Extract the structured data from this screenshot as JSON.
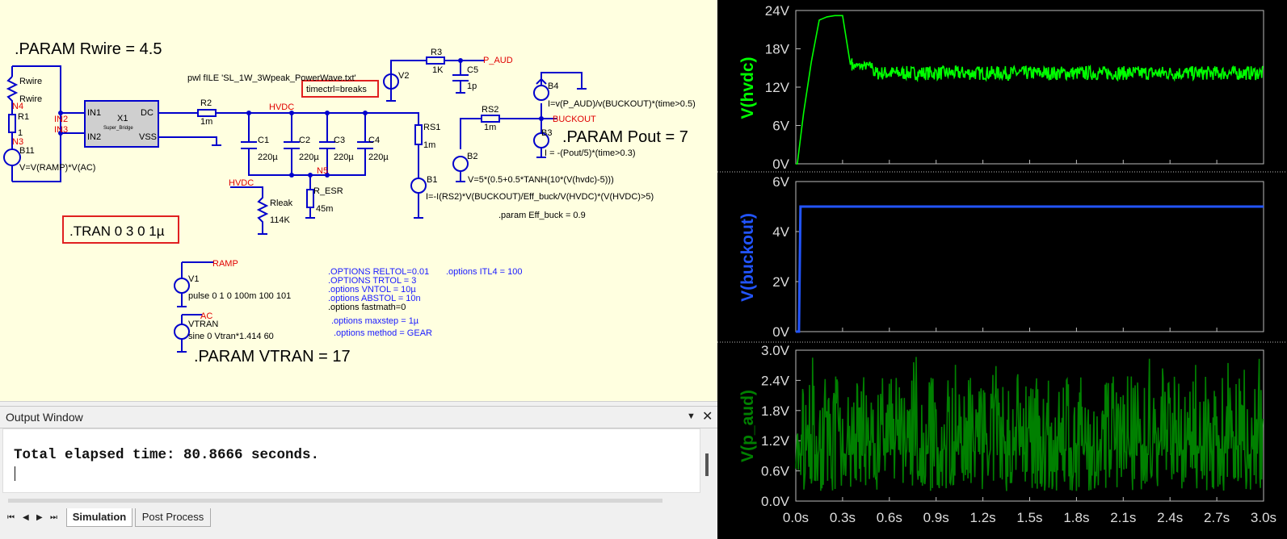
{
  "schematic": {
    "param_rwire": ".PARAM Rwire = 4.5",
    "param_pout": ".PARAM Pout = 7",
    "param_vtran": ".PARAM VTRAN = 17",
    "tran": ".TRAN 0 3 0 1µ",
    "pwl": "pwl fILE 'SL_1W_3Wpeak_PowerWave.txt'",
    "timectrl": "timectrl=breaks",
    "b11_expr": "V=V(RAMP)*V(AC)",
    "b4_expr": "I=v(P_AUD)/v(BUCKOUT)*(time>0.5)",
    "b3_expr": "I = -(Pout/5)*(time>0.3)",
    "b2_expr": "V=5*(0.5+0.5*TANH(10*(V(hvdc)-5)))",
    "b1_expr": "I=-I(RS2)*V(BUCKOUT)/Eff_buck/V(HVDC)*(V(HVDC)>5)",
    "param_eff": ".param Eff_buck = 0.9",
    "v1_src": "pulse 0 1 0 100m 100 101",
    "vtran_src": "sine 0 Vtran*1.414 60",
    "options": [
      ".OPTIONS RELTOL=0.01",
      ".OPTIONS TRTOL = 3",
      ".options VNTOL = 10µ",
      ".options ABSTOL = 10n"
    ],
    "opt_itl4": ".options ITL4 = 100",
    "opt_fastmath": ".options fastmath=0",
    "opt_maxstep": ".options maxstep = 1µ",
    "opt_method": ".options method = GEAR",
    "labels": {
      "rwire": "Rwire",
      "rwire2": "Rwire",
      "r1": "R1",
      "one": "1",
      "b11": "B11",
      "n4": "N4",
      "n3": "N3",
      "in2": "IN2",
      "in3": "IN3",
      "x1": "X1",
      "sub": "Super_Bridge",
      "pin_in1": "IN1",
      "pin_in2": "IN2",
      "pin_dc": "DC",
      "pin_vss": "VSS",
      "r2": "R2",
      "r2v": "1m",
      "hvdc": "HVDC",
      "hvdc2": "HVDC",
      "c1": "C1",
      "c2": "C2",
      "c3": "C3",
      "c4": "C4",
      "cval": "220µ",
      "n5": "N5",
      "resr": "R_ESR",
      "resrv": "45m",
      "rleak": "Rleak",
      "rleakv": "114K",
      "r3": "R3",
      "r3v": "1K",
      "c5": "C5",
      "c5v": "1p",
      "v2": "V2",
      "paud": "P_AUD",
      "rs1": "RS1",
      "rs1v": "1m",
      "b1": "B1",
      "rs2": "RS2",
      "rs2v": "1m",
      "b2": "B2",
      "b3": "B3",
      "b4": "B4",
      "buckout": "BUCKOUT",
      "ramp": "RAMP",
      "v1": "V1",
      "ac": "AC",
      "vtran": "VTRAN"
    }
  },
  "output_window": {
    "title": "Output Window",
    "text": "Total elapsed time: 80.8666 seconds.",
    "pin_icon": "chevron-down-icon",
    "close_icon": "close-icon"
  },
  "tabs": [
    "Simulation",
    "Post Process"
  ],
  "plots": {
    "panes": [
      {
        "ylabel": "V(hvdc)",
        "color": "#00ff00",
        "ticks": [
          "24V",
          "18V",
          "12V",
          "6V",
          "0V"
        ]
      },
      {
        "ylabel": "V(buckout)",
        "color": "#2255ff",
        "ticks": [
          "6V",
          "4V",
          "2V",
          "0V"
        ]
      },
      {
        "ylabel": "V(p_aud)",
        "color": "#008000",
        "ticks": [
          "3.0V",
          "2.4V",
          "1.8V",
          "1.2V",
          "0.6V",
          "0.0V"
        ]
      }
    ],
    "xticks": [
      "0.0s",
      "0.3s",
      "0.6s",
      "0.9s",
      "1.2s",
      "1.5s",
      "1.8s",
      "2.1s",
      "2.4s",
      "2.7s",
      "3.0s"
    ]
  },
  "chart_data": [
    {
      "type": "line",
      "series": [
        {
          "name": "V(hvdc)",
          "x": [
            0,
            0.01,
            0.05,
            0.1,
            0.15,
            0.2,
            0.25,
            0.3,
            0.35,
            0.5,
            1.0,
            1.5,
            2.0,
            2.5,
            3.0
          ],
          "y": [
            0,
            0,
            8,
            16,
            22.5,
            23,
            23.2,
            23.2,
            15.5,
            14.5,
            14,
            14,
            14,
            14,
            14.5
          ]
        }
      ],
      "xlim": [
        0,
        3
      ],
      "ylim": [
        0,
        24
      ],
      "color": "#00ff00"
    },
    {
      "type": "line",
      "series": [
        {
          "name": "V(buckout)",
          "x": [
            0,
            0.02,
            0.03,
            3.0
          ],
          "y": [
            0,
            0,
            5,
            5
          ]
        }
      ],
      "xlim": [
        0,
        3
      ],
      "ylim": [
        0,
        6
      ],
      "color": "#2255ff"
    },
    {
      "type": "line",
      "series": [
        {
          "name": "V(p_aud)",
          "x": [
            0,
            0.5,
            1.0,
            1.5,
            2.0,
            2.5,
            3.0
          ],
          "y": [
            1.0,
            1.0,
            1.0,
            1.0,
            1.0,
            1.0,
            1.0
          ]
        }
      ],
      "xlim": [
        0,
        3
      ],
      "ylim": [
        0,
        3.0
      ],
      "color": "#008000"
    }
  ]
}
